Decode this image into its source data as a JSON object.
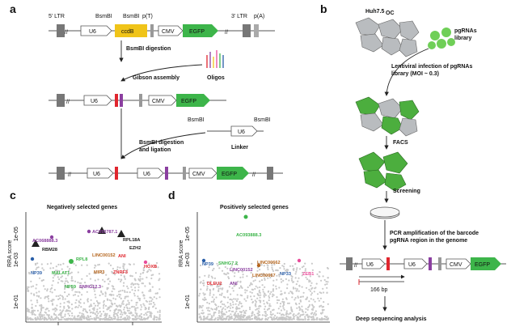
{
  "panels": {
    "a": "a",
    "b": "b",
    "c": "c",
    "d": "d"
  },
  "colors": {
    "ccdb": "#f0c419",
    "egfp": "#3db54a",
    "cell": "#b9bcbf",
    "cell_green": "#4cae3e",
    "dot": "#c9c9c9",
    "red": "#e0262e",
    "purple": "#8b3fa0",
    "pink": "#e84c9a"
  },
  "a": {
    "top": {
      "ltr5": "5' LTR",
      "bsmbi1": "BsmBI",
      "bsmbi2": "BsmBI",
      "pt": "p(T)",
      "ltr3": "3' LTR",
      "pa": "p(A)",
      "u6": "U6",
      "ccdb": "ccdB",
      "cmv": "CMV",
      "egfp": "EGFP"
    },
    "step1": "BsmBI digestion",
    "step2": "Gibson assembly",
    "oligos": "Oligos",
    "mid": {
      "u6": "U6",
      "cmv": "CMV",
      "egfp": "EGFP"
    },
    "linker": {
      "bsmbi_left": "BsmBI",
      "bsmbi_right": "BsmBI",
      "u6": "U6",
      "label": "Linker"
    },
    "step3_line1": "BsmBI digestion",
    "step3_line2": "and ligation",
    "bottom": {
      "u6a": "U6",
      "u6b": "U6",
      "cmv": "CMV",
      "egfp": "EGFP"
    }
  },
  "b": {
    "cells_label": "Huh7.5",
    "cells_sub": "OC",
    "library_line1": "pgRNAs",
    "library_line2": "library",
    "infect_line1": "Lentiviral infection of pgRNAs",
    "infect_line2": "library (MOI ~ 0.3)",
    "facs": "FACS",
    "screening": "Screening",
    "pcr_line1": "PCR amplification of the barcode",
    "pcr_line2": "pgRNA region in the genome",
    "construct": {
      "u6a": "U6",
      "u6b": "U6",
      "cmv": "CMV",
      "egfp": "EGFP"
    },
    "bp": "166 bp",
    "deep": "Deep sequencing analysis"
  },
  "c": {
    "title": "Negatively selected genes",
    "ylabel": "RRA score",
    "yticks": [
      "1e-05",
      "1e-03",
      "1e-01"
    ],
    "genes": [
      {
        "name": "AC068888.3",
        "color": "#8b3fa0"
      },
      {
        "name": "AC093787.1",
        "color": "#8b3fa0"
      },
      {
        "name": "RBM28",
        "color": "#222222"
      },
      {
        "name": "RPL18A",
        "color": "#222222"
      },
      {
        "name": "EZH2",
        "color": "#222222"
      },
      {
        "name": "RPL8",
        "color": "#3db54a"
      },
      {
        "name": "LINC00152",
        "color": "#b5651d"
      },
      {
        "name": "ANI",
        "color": "#e0262e"
      },
      {
        "name": "HOXB",
        "color": "#e0262e"
      },
      {
        "name": "NP39",
        "color": "#2a5ea8"
      },
      {
        "name": "MALAT1",
        "color": "#3db54a"
      },
      {
        "name": "ZNRF3",
        "color": "#e0262e"
      },
      {
        "name": "MIR3",
        "color": "#b5651d"
      },
      {
        "name": "NP59",
        "color": "#3db54a"
      },
      {
        "name": "SNHG12.3",
        "color": "#8b3fa0"
      }
    ]
  },
  "d": {
    "title": "Positively selected genes",
    "ylabel": "RRA score",
    "yticks": [
      "1e-05",
      "1e-03",
      "1e-01"
    ],
    "genes": [
      {
        "name": "AC093888.3",
        "color": "#3db54a"
      },
      {
        "name": "NP39",
        "color": "#2a5ea8"
      },
      {
        "name": "SNHG7.2",
        "color": "#3db54a"
      },
      {
        "name": "LINC00662",
        "color": "#b5651d"
      },
      {
        "name": "LINC00152",
        "color": "#8b3fa0"
      },
      {
        "name": "LINC00667",
        "color": "#b5651d"
      },
      {
        "name": "NP33",
        "color": "#2a5ea8"
      },
      {
        "name": "ZEB1",
        "color": "#e84c9a"
      },
      {
        "name": "DLEU2",
        "color": "#e0262e"
      },
      {
        "name": "ANI",
        "color": "#8b3fa0"
      }
    ]
  }
}
